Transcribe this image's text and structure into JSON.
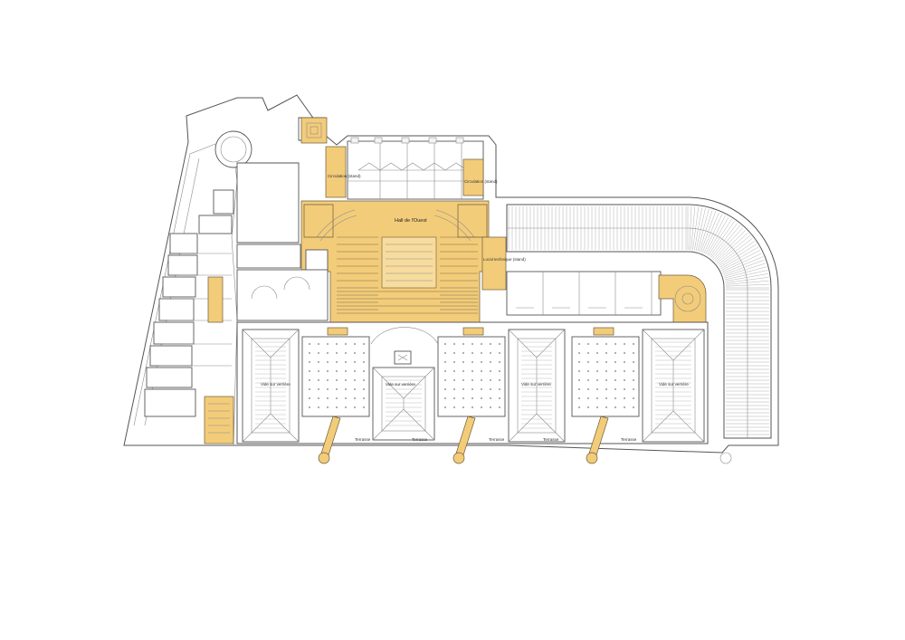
{
  "plan": {
    "colors": {
      "highlight": "#f3cc7a",
      "highlight_light": "#f7dc9e",
      "walls": "#555555",
      "background": "#ffffff"
    },
    "labels": {
      "hall": "Hall de l'Ouest",
      "technical_room": "Local technique (stand)",
      "circulation_left": "Circulation (stand)",
      "circulation_right": "Circulation (stand)",
      "terrace_1": "Terrasse",
      "terrace_2": "Terrasse",
      "terrace_3": "Terrasse",
      "terrace_4": "Terrasse",
      "terrace_5": "Terrasse",
      "void_1": "Vide sur verrière",
      "void_2": "Vide sur verrière",
      "void_3": "Vide sur verrière",
      "void_4": "Vide sur verrière"
    }
  }
}
